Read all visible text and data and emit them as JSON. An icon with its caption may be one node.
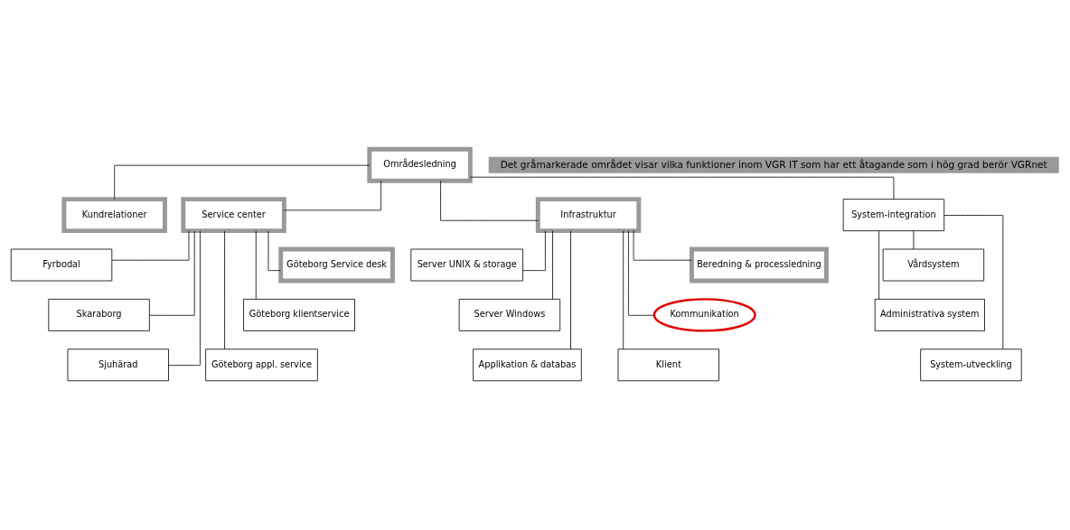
{
  "diagram": {
    "nodes": [
      {
        "text": [
          "Områdesledning"
        ]
      },
      {
        "text": [
          "Kundrelationer"
        ]
      },
      {
        "text": [
          "Service center"
        ]
      },
      {
        "text": [
          "Infrastruktur"
        ]
      },
      {
        "text": [
          "System-integration"
        ]
      },
      {
        "text": [
          "Göteborg Service desk"
        ]
      },
      {
        "text": [
          "Fyrbodal"
        ]
      },
      {
        "text": [
          "Beredning & processledning"
        ]
      },
      {
        "text": [
          "Server UNIX & storage"
        ]
      },
      {
        "text": [
          "Vårdsystem"
        ]
      },
      {
        "text": [
          "Göteborg klientservice"
        ]
      },
      {
        "text": [
          "Skaraborg"
        ]
      },
      {
        "text": [
          "Kommunikation"
        ]
      },
      {
        "text": [
          "Server Windows"
        ]
      },
      {
        "text": [
          "Administrativa system"
        ]
      },
      {
        "text": [
          "Göteborg appl. service"
        ]
      },
      {
        "text": [
          "Sjuhärad"
        ]
      },
      {
        "text": [
          "Klient"
        ]
      },
      {
        "text": [
          "Applikation & databas"
        ]
      },
      {
        "text": [
          "System-utveckling"
        ]
      }
    ],
    "edges": [
      {
        "from": 0,
        "to": 1,
        "arrow": "none"
      },
      {
        "from": 0,
        "to": 2,
        "arrow": "none"
      },
      {
        "from": 0,
        "to": 3,
        "arrow": "none"
      },
      {
        "from": 0,
        "to": 4,
        "arrow": "none"
      },
      {
        "from": 2,
        "to": 5,
        "arrow": "none"
      },
      {
        "from": 2,
        "to": 6,
        "arrow": "none"
      },
      {
        "from": 2,
        "to": 10,
        "arrow": "none"
      },
      {
        "from": 2,
        "to": 11,
        "arrow": "none"
      },
      {
        "from": 2,
        "to": 15,
        "arrow": "none"
      },
      {
        "from": 2,
        "to": 16,
        "arrow": "none"
      },
      {
        "from": 3,
        "to": 7,
        "arrow": "none"
      },
      {
        "from": 3,
        "to": 8,
        "arrow": "none"
      },
      {
        "from": 3,
        "to": 12,
        "arrow": "none"
      },
      {
        "from": 3,
        "to": 13,
        "arrow": "none"
      },
      {
        "from": 3,
        "to": 17,
        "arrow": "none"
      },
      {
        "from": 3,
        "to": 18,
        "arrow": "none"
      },
      {
        "from": 4,
        "to": 9,
        "arrow": "none"
      },
      {
        "from": 4,
        "to": 14,
        "arrow": "none"
      },
      {
        "from": 4,
        "to": 19,
        "arrow": "none"
      }
    ],
    "labels": [
      "Det gråmarkerade området visar vilka funktioner inom VGR IT som har ett åtagande som i hög grad berör VGRnet"
    ]
  }
}
